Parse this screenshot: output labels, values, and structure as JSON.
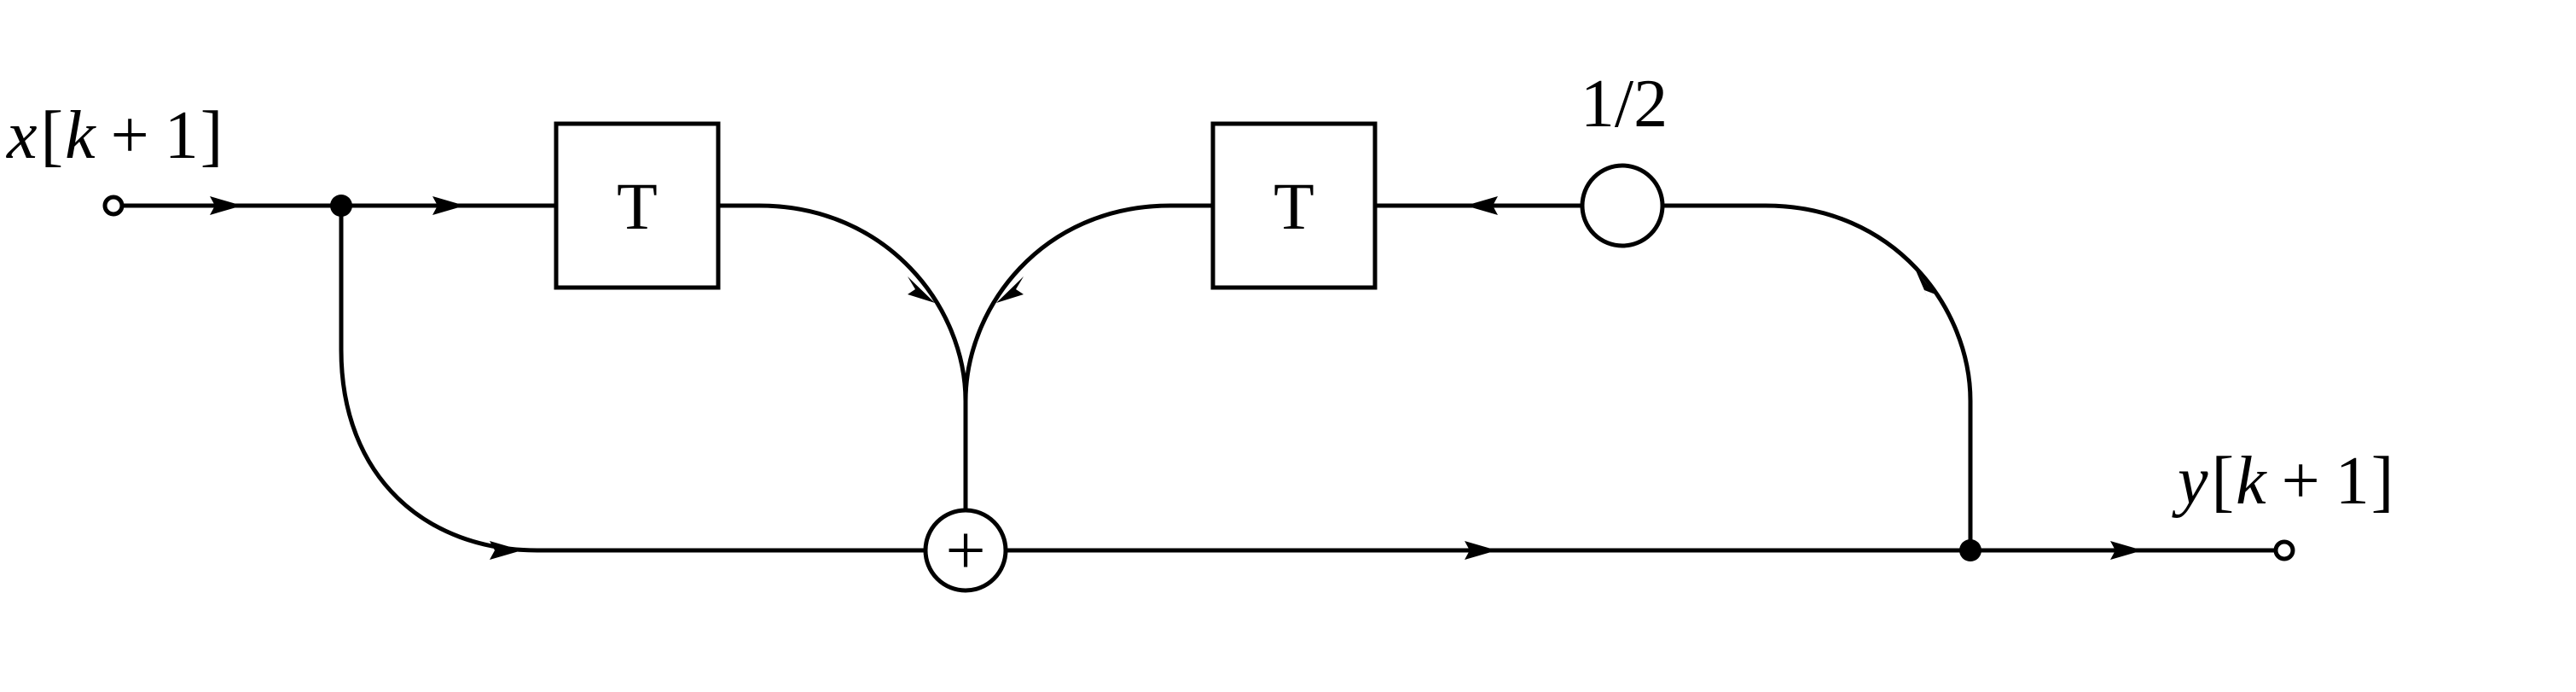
{
  "diagram": {
    "input_label": {
      "var": "x",
      "open": "[",
      "idx": "k",
      "op": "+",
      "num": "1",
      "close": "]"
    },
    "output_label": {
      "var": "y",
      "open": "[",
      "idx": "k",
      "op": "+",
      "num": "1",
      "close": "]"
    },
    "delay_top_left": "T",
    "delay_top_right": "T",
    "gain_label": "1/2",
    "adder_symbol": "+"
  }
}
